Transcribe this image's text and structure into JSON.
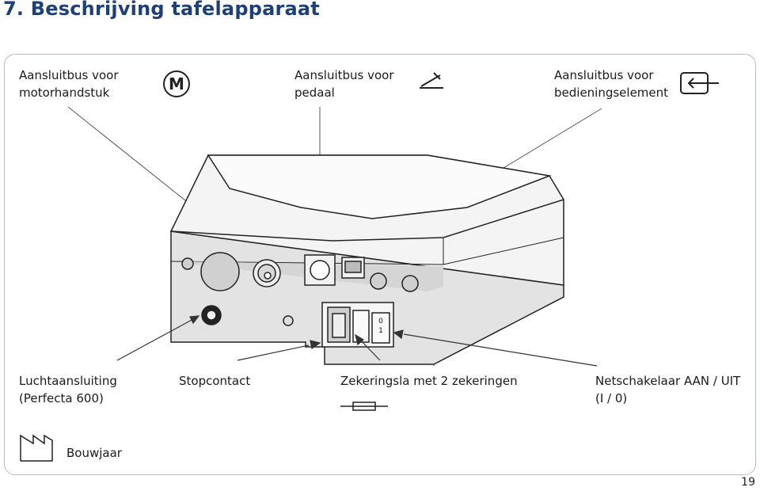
{
  "section_title": "7. Beschrijving tafelapparaat",
  "labels": {
    "motor_line1": "Aansluitbus voor",
    "motor_line2": "motorhandstuk",
    "motor_symbol": "M",
    "pedal_line1": "Aansluitbus voor",
    "pedal_line2": "pedaal",
    "control_line1": "Aansluitbus voor",
    "control_line2": "bedieningselement",
    "air_line1": "Luchtaansluiting",
    "air_line2": "(Perfecta 600)",
    "socket": "Stopcontact",
    "fuse": "Zekeringsla met 2 zekeringen",
    "switch_line1": "Netschakelaar AAN / UIT",
    "switch_line2": "(I / 0)",
    "year": "Bouwjaar",
    "switch_off": "0",
    "switch_on": "1"
  },
  "page_number": "19"
}
